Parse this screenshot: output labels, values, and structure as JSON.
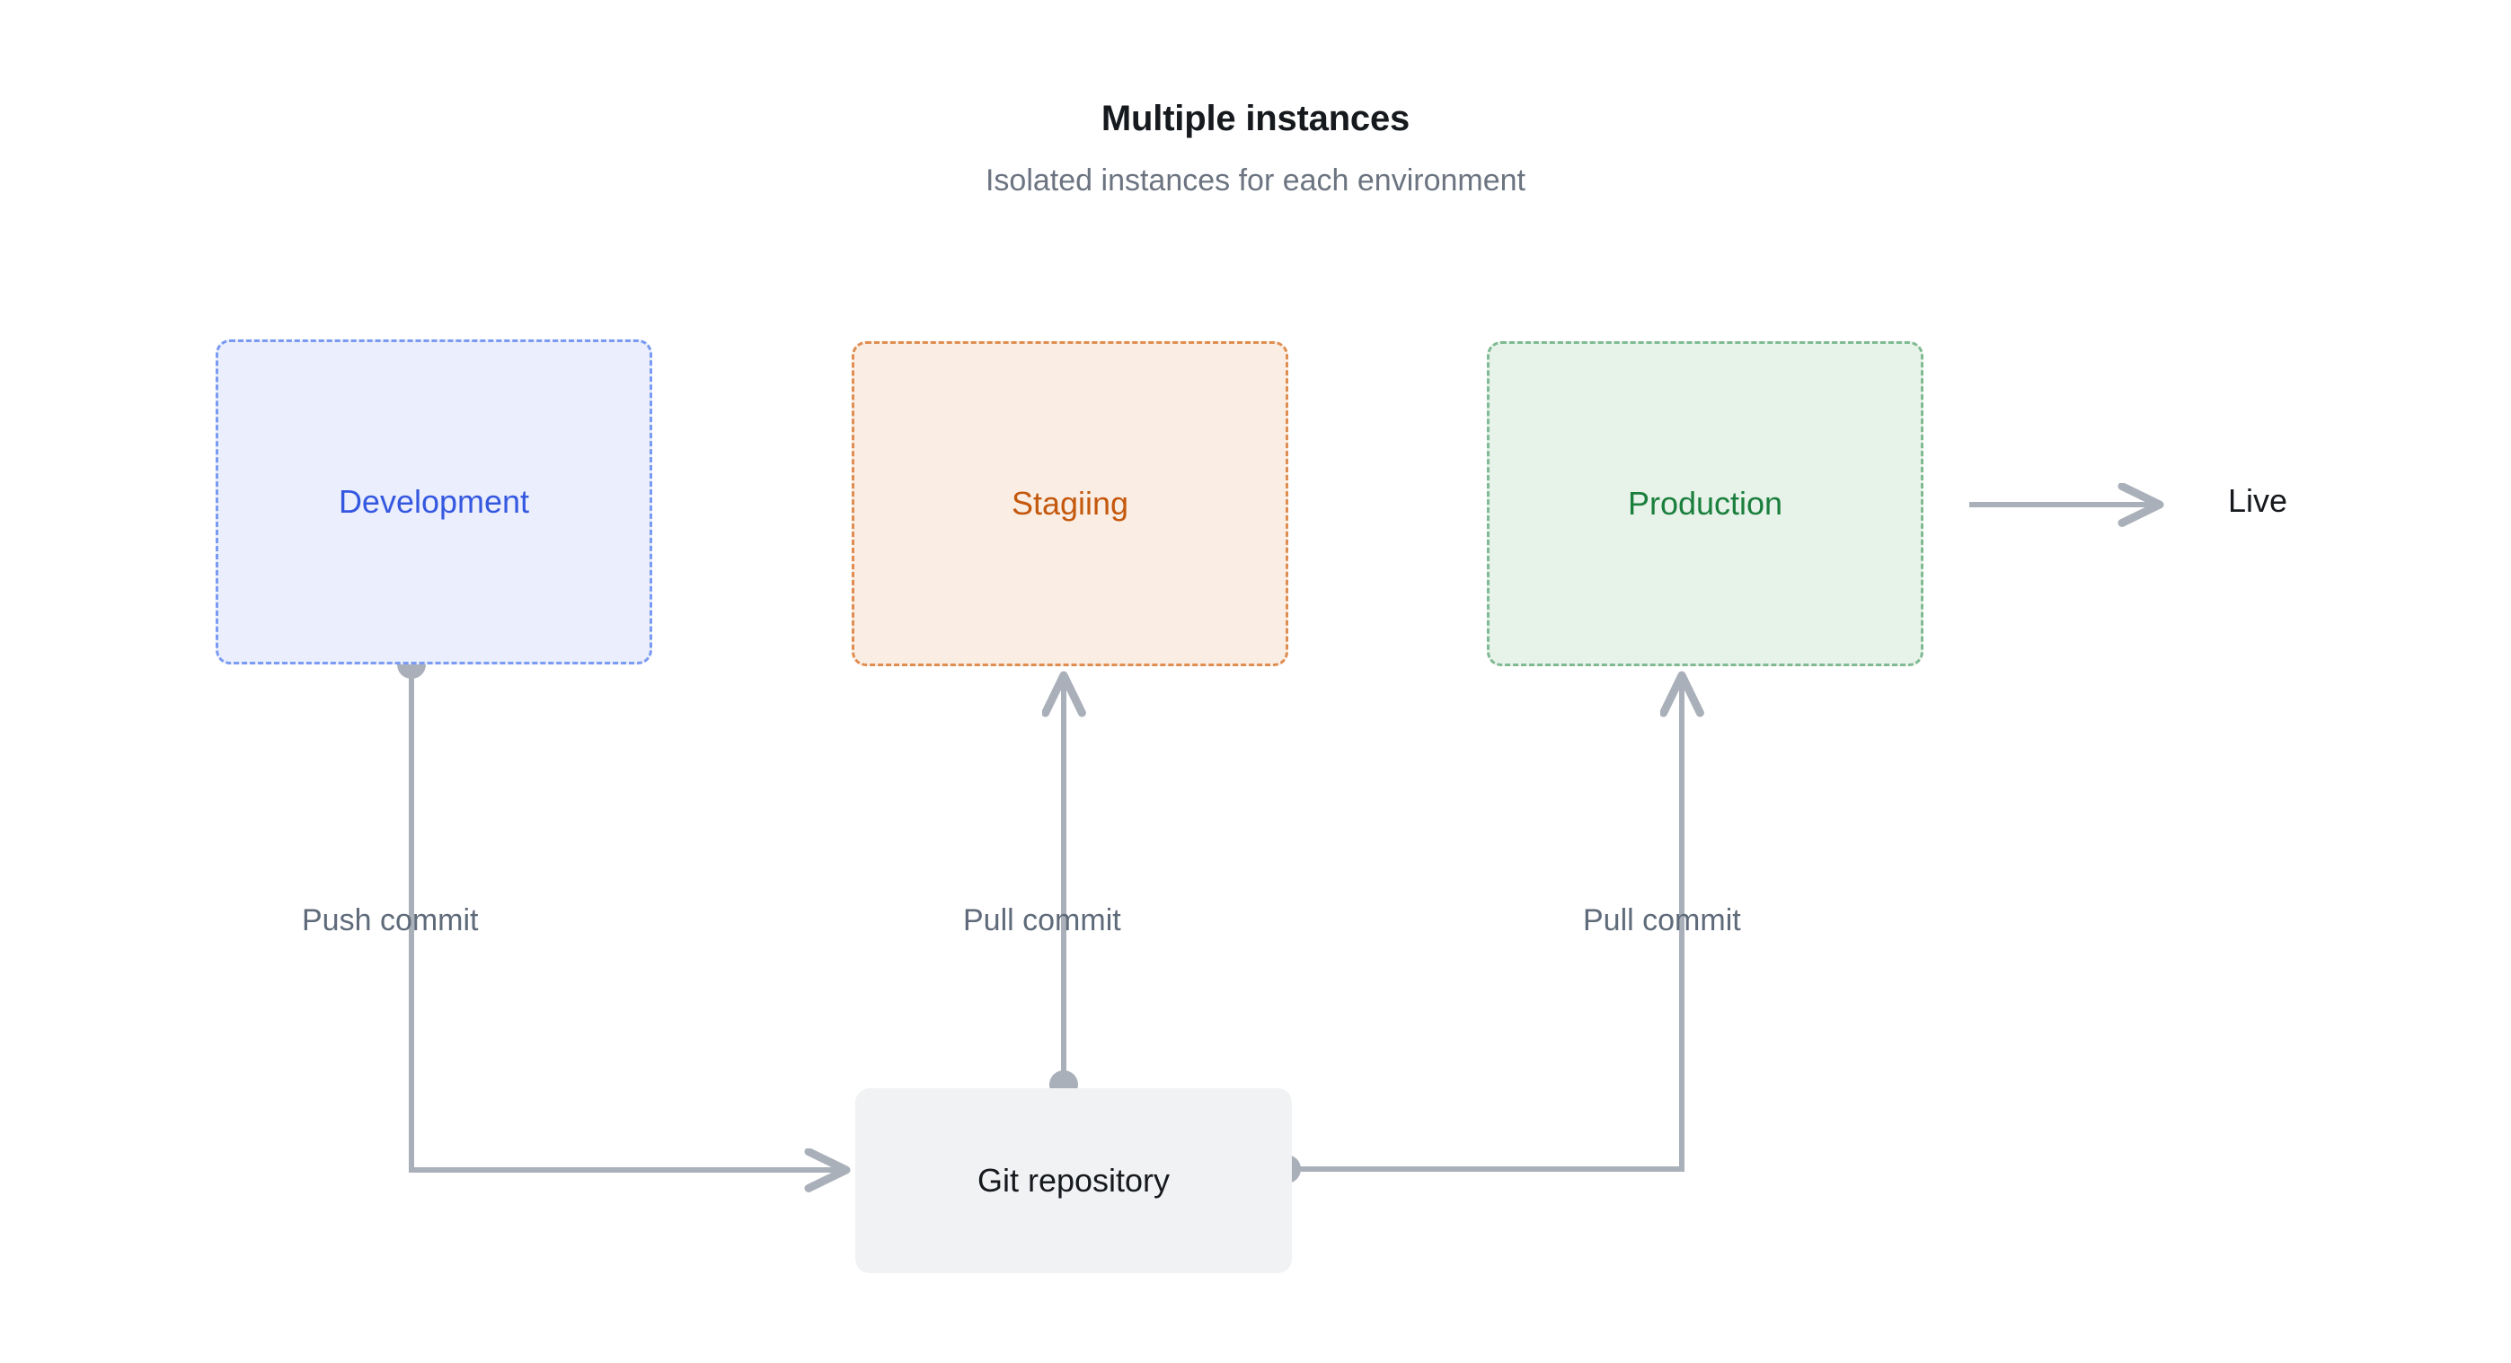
{
  "header": {
    "title": "Multiple instances",
    "subtitle": "Isolated instances for each environment"
  },
  "diagram": {
    "type": "flow-diagram",
    "environments": [
      {
        "id": "development",
        "label": "Development",
        "fill": "#eaeefd",
        "border": "#7a9bf3",
        "text": "#3558e0",
        "border_style": "dashed"
      },
      {
        "id": "staging",
        "label": "Stagiing",
        "fill": "#faeee4",
        "border": "#e08d51",
        "text": "#c4580d",
        "border_style": "dashed"
      },
      {
        "id": "production",
        "label": "Production",
        "fill": "#e7f2e9",
        "border": "#7fba92",
        "text": "#1a7f3c",
        "border_style": "dashed"
      }
    ],
    "repository": {
      "id": "git-repository",
      "label": "Git repository",
      "fill": "#f1f2f3",
      "text": "#16191d"
    },
    "live": {
      "label": "Live",
      "text": "#16191d"
    },
    "edges": [
      {
        "id": "push-commit",
        "label": "Push commit",
        "from": "development",
        "to": "git-repository",
        "marker": "arrow"
      },
      {
        "id": "pull-commit-staging",
        "label": "Pull commit",
        "from": "git-repository",
        "to": "staging",
        "marker": "arrow"
      },
      {
        "id": "pull-commit-production",
        "label": "Pull commit",
        "from": "git-repository",
        "to": "production",
        "marker": "arrow"
      },
      {
        "id": "production-live",
        "label": "",
        "from": "production",
        "to": "live",
        "marker": "arrow"
      }
    ],
    "connector_color": "#aab0ba",
    "label_color": "#5f6b7a",
    "background": "#ffffff"
  }
}
